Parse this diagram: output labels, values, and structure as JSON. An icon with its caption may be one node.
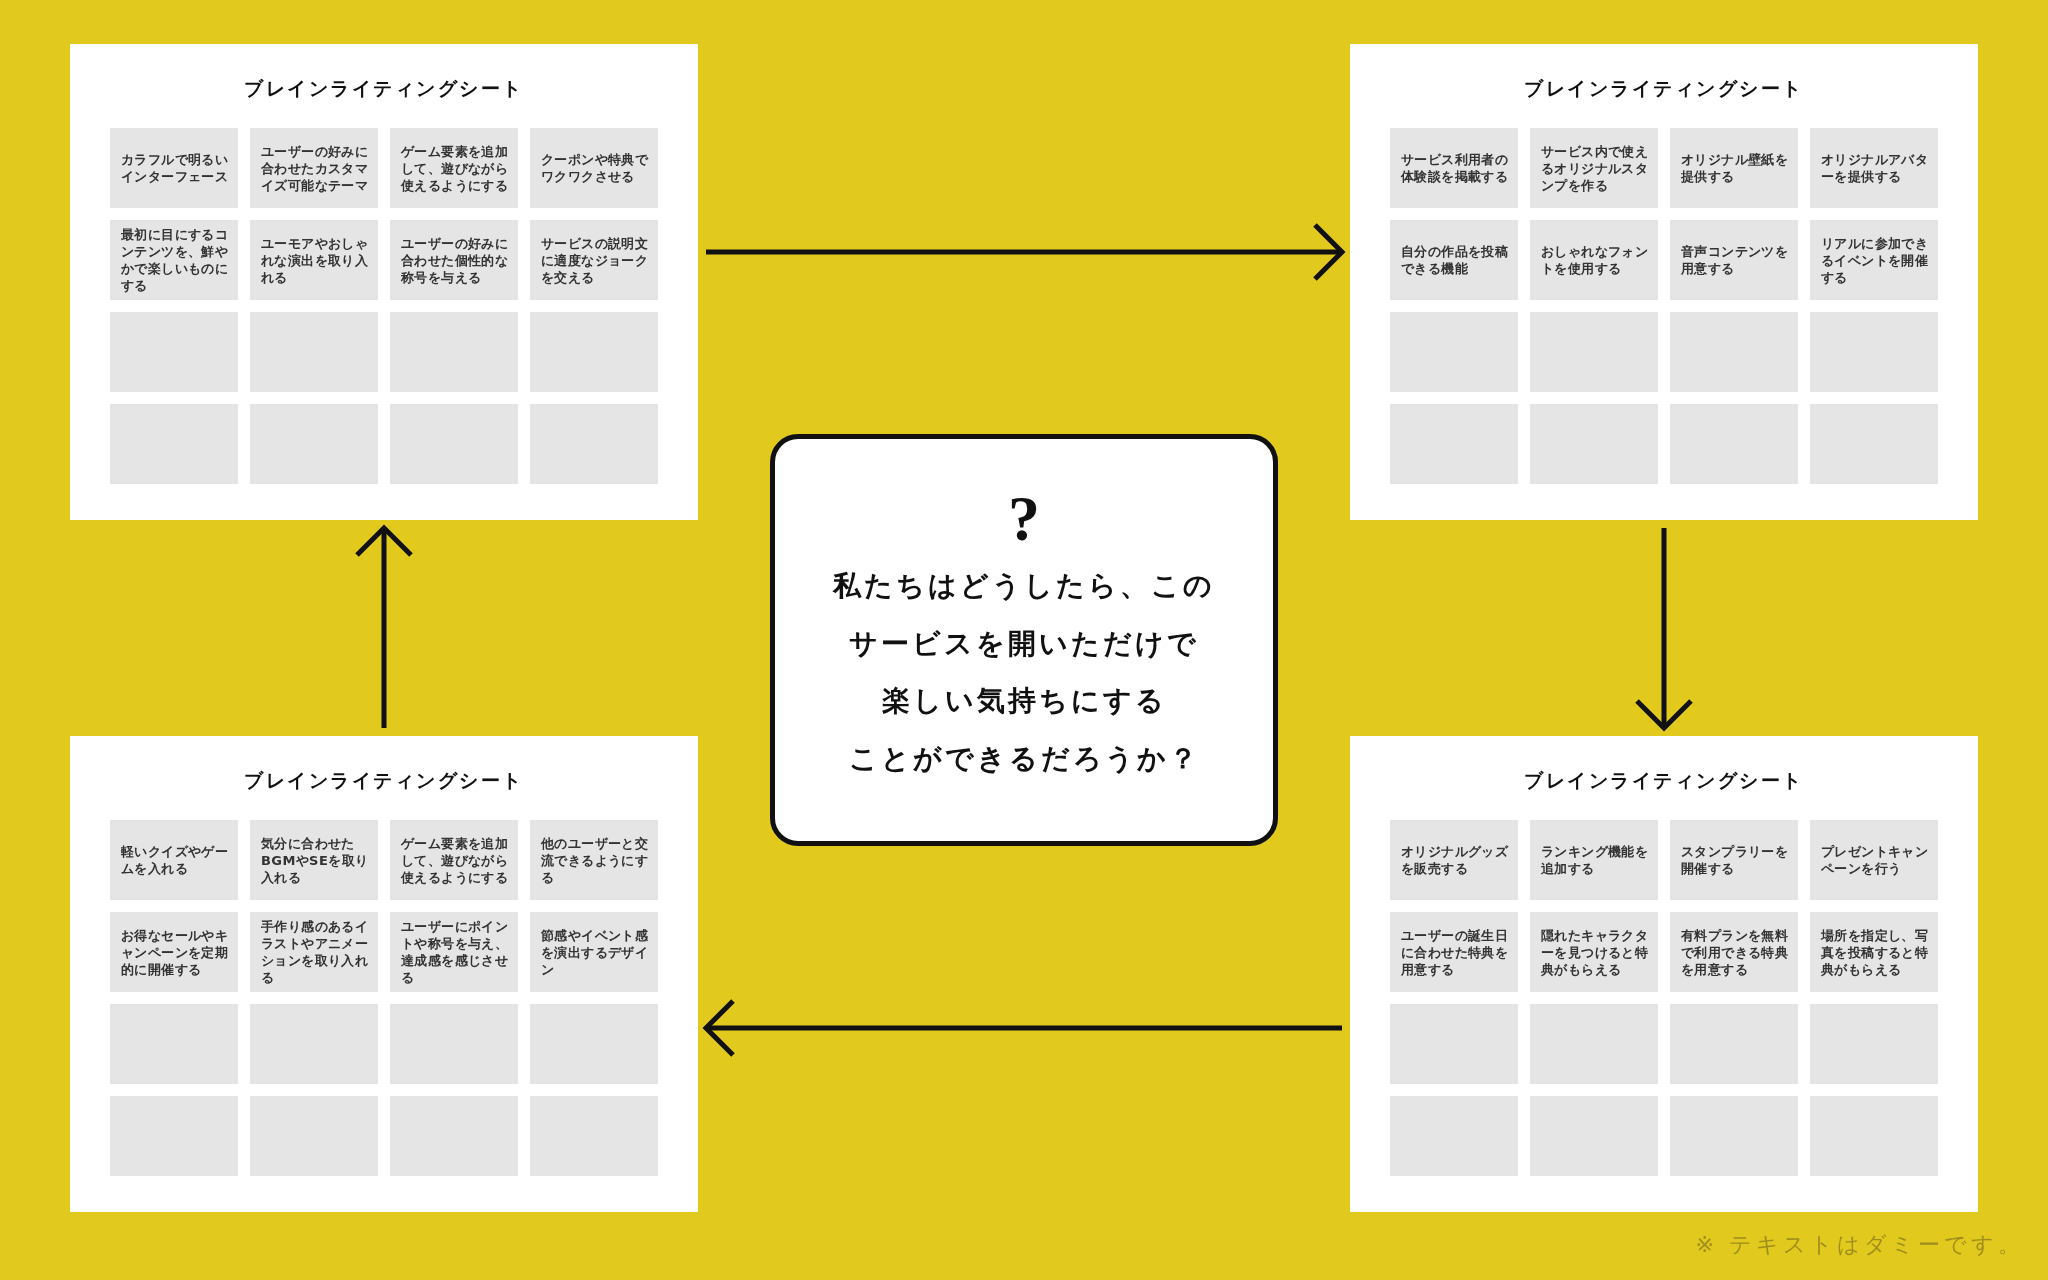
{
  "diagram": {
    "nodes": [
      {
        "text": [
          "ブレインライティングシート"
        ]
      },
      {
        "text": [
          "カラフルで明るいインターフェース"
        ],
        "in": 0
      },
      {
        "text": [
          "ユーザーの好みに合わせたカスタマイズ可能なテーマ"
        ],
        "in": 0
      },
      {
        "text": [
          "ゲーム要素を追加して、遊びながら使えるようにする"
        ],
        "in": 0
      },
      {
        "text": [
          "クーポンや特典でワクワクさせる"
        ],
        "in": 0
      },
      {
        "text": [
          "最初に目にするコンテンツを、鮮やかで楽しいものにする"
        ],
        "in": 0
      },
      {
        "text": [
          "ユーモアやおしゃれな演出を取り入れる"
        ],
        "in": 0
      },
      {
        "text": [
          "ユーザーの好みに合わせた個性的な称号を与える"
        ],
        "in": 0
      },
      {
        "text": [
          "サービスの説明文に適度なジョークを交える"
        ],
        "in": 0
      },
      {
        "text": [],
        "shape": "box",
        "in": 0
      },
      {
        "text": [],
        "shape": "box",
        "in": 0
      },
      {
        "text": [],
        "shape": "box",
        "in": 0
      },
      {
        "text": [],
        "shape": "box",
        "in": 0
      },
      {
        "text": [],
        "shape": "box",
        "in": 0
      },
      {
        "text": [],
        "shape": "box",
        "in": 0
      },
      {
        "text": [],
        "shape": "box",
        "in": 0
      },
      {
        "text": [],
        "shape": "box",
        "in": 0
      },
      {
        "text": [
          "ブレインライティングシート"
        ]
      },
      {
        "text": [
          "サービス利用者の体験談を掲載する"
        ],
        "in": 17
      },
      {
        "text": [
          "サービス内で使えるオリジナルスタンプを作る"
        ],
        "in": 17
      },
      {
        "text": [
          "オリジナル壁紙を提供する"
        ],
        "in": 17
      },
      {
        "text": [
          "オリジナルアバターを提供する"
        ],
        "in": 17
      },
      {
        "text": [
          "自分の作品を投稿できる機能"
        ],
        "in": 17
      },
      {
        "text": [
          "おしゃれなフォントを使用する"
        ],
        "in": 17
      },
      {
        "text": [
          "音声コンテンツを用意する"
        ],
        "in": 17
      },
      {
        "text": [
          "リアルに参加できるイベントを開催する"
        ],
        "in": 17
      },
      {
        "text": [],
        "shape": "box",
        "in": 17
      },
      {
        "text": [],
        "shape": "box",
        "in": 17
      },
      {
        "text": [],
        "shape": "box",
        "in": 17
      },
      {
        "text": [],
        "shape": "box",
        "in": 17
      },
      {
        "text": [],
        "shape": "box",
        "in": 17
      },
      {
        "text": [],
        "shape": "box",
        "in": 17
      },
      {
        "text": [],
        "shape": "box",
        "in": 17
      },
      {
        "text": [],
        "shape": "box",
        "in": 17
      },
      {
        "text": [
          "?",
          "私たちはどうしたら、このサービスを開いただけで楽しい気持ちにすることができるだろうか？"
        ]
      },
      {
        "text": [
          "ブレインライティングシート"
        ]
      },
      {
        "text": [
          "軽いクイズやゲームを入れる"
        ],
        "in": 35
      },
      {
        "text": [
          "気分に合わせたBGMやSEを取り入れる"
        ],
        "in": 35
      },
      {
        "text": [
          "ゲーム要素を追加して、遊びながら使えるようにする"
        ],
        "in": 35
      },
      {
        "text": [
          "他のユーザーと交流できるようにする"
        ],
        "in": 35
      },
      {
        "text": [
          "お得なセールやキャンペーンを定期的に開催する"
        ],
        "in": 35
      },
      {
        "text": [
          "手作り感のあるイラストやアニメーションを取り入れる"
        ],
        "in": 35
      },
      {
        "text": [
          "ユーザーにポイントや称号を与え、達成感を感じさせる"
        ],
        "in": 35
      },
      {
        "text": [
          "節感やイベント感を演出するデザイン"
        ],
        "in": 35
      },
      {
        "text": [],
        "shape": "box",
        "in": 35
      },
      {
        "text": [],
        "shape": "box",
        "in": 35
      },
      {
        "text": [],
        "shape": "box",
        "in": 35
      },
      {
        "text": [],
        "shape": "box",
        "in": 35
      },
      {
        "text": [],
        "shape": "box",
        "in": 35
      },
      {
        "text": [],
        "shape": "box",
        "in": 35
      },
      {
        "text": [],
        "shape": "box",
        "in": 35
      },
      {
        "text": [],
        "shape": "box",
        "in": 35
      },
      {
        "text": [
          "ブレインライティングシート"
        ]
      },
      {
        "text": [
          "オリジナルグッズを販売する"
        ],
        "in": 52
      },
      {
        "text": [
          "ランキング機能を追加する"
        ],
        "in": 52
      },
      {
        "text": [
          "スタンプラリーを開催する"
        ],
        "in": 52
      },
      {
        "text": [
          "プレゼントキャンペーンを行う"
        ],
        "in": 52
      },
      {
        "text": [
          "ユーザーの誕生日に合わせた特典を用意する"
        ],
        "in": 52
      },
      {
        "text": [
          "隠れたキャラクターを見つけると特典がもらえる"
        ],
        "in": 52
      },
      {
        "text": [
          "有料プランを無料で利用できる特典を用意する"
        ],
        "in": 52
      },
      {
        "text": [
          "場所を指定し、写真を投稿すると特典がもらえる"
        ],
        "in": 52
      },
      {
        "text": [],
        "shape": "box",
        "in": 52
      },
      {
        "text": [],
        "shape": "box",
        "in": 52
      },
      {
        "text": [],
        "shape": "box",
        "in": 52
      },
      {
        "text": [],
        "shape": "box",
        "in": 52
      },
      {
        "text": [],
        "shape": "box",
        "in": 52
      },
      {
        "text": [],
        "shape": "box",
        "in": 52
      },
      {
        "text": [],
        "shape": "box",
        "in": 52
      },
      {
        "text": [],
        "shape": "box",
        "in": 52
      }
    ],
    "edges": [
      {
        "from": 0,
        "to": 17,
        "arrow": "to"
      },
      {
        "from": 17,
        "to": 52,
        "arrow": "to"
      },
      {
        "from": 52,
        "to": 35,
        "arrow": "to"
      },
      {
        "from": 35,
        "to": 0,
        "arrow": "to"
      }
    ],
    "labels": [
      "※ テキストはダミーです。"
    ]
  }
}
